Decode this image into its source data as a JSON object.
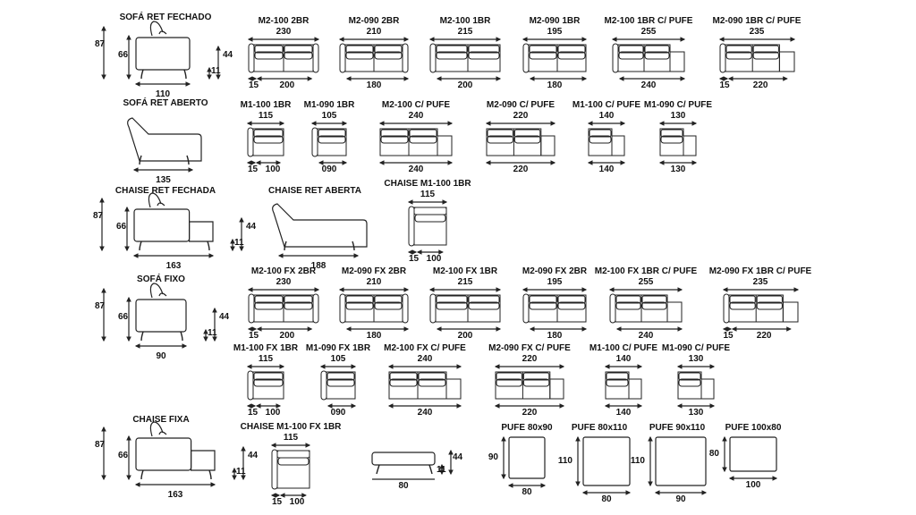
{
  "side_views": [
    {
      "title": "SOFÁ RET FECHADO",
      "height": "87",
      "seat_back": "66",
      "depth": "110",
      "leg": "11",
      "seat": "44"
    },
    {
      "title": "SOFÁ RET ABERTO",
      "depth": "135"
    },
    {
      "title": "CHAISE RET FECHADA",
      "height": "87",
      "seat_back": "66",
      "depth": "163",
      "leg": "11",
      "seat": "44"
    },
    {
      "title": "CHAISE RET ABERTA",
      "depth": "188"
    },
    {
      "title": "SOFÁ FIXO",
      "height": "87",
      "seat_back": "66",
      "depth": "90",
      "leg": "11",
      "seat": "44"
    },
    {
      "title": "CHAISE FIXA",
      "height": "87",
      "seat_back": "66",
      "depth": "163",
      "leg": "11",
      "seat": "44"
    }
  ],
  "modules": [
    {
      "label": "M2-100 2BR",
      "top": "230",
      "bottom": [
        "15",
        "200"
      ],
      "arms": "both",
      "seats": 2,
      "pufe": false
    },
    {
      "label": "M2-090 2BR",
      "top": "210",
      "bottom": [
        "180"
      ],
      "arms": "both",
      "seats": 2,
      "pufe": false
    },
    {
      "label": "M2-100 1BR",
      "top": "215",
      "bottom": [
        "200"
      ],
      "arms": "left",
      "seats": 2,
      "pufe": false
    },
    {
      "label": "M2-090 1BR",
      "top": "195",
      "bottom": [
        "180"
      ],
      "arms": "left",
      "seats": 2,
      "pufe": false
    },
    {
      "label": "M2-100 1BR C/ PUFE",
      "top": "255",
      "bottom": [
        "240"
      ],
      "arms": "left",
      "seats": 2,
      "pufe": true
    },
    {
      "label": "M2-090 1BR C/ PUFE",
      "top": "235",
      "bottom": [
        "15",
        "220"
      ],
      "arms": "left",
      "seats": 2,
      "pufe": true
    },
    {
      "label": "M1-100 1BR",
      "top": "115",
      "bottom": [
        "15",
        "100"
      ],
      "arms": "left",
      "seats": 1,
      "pufe": false
    },
    {
      "label": "M1-090 1BR",
      "top": "105",
      "bottom": [
        "090"
      ],
      "arms": "left",
      "seats": 1,
      "pufe": false
    },
    {
      "label": "M2-100 C/ PUFE",
      "top": "240",
      "bottom": [
        "240"
      ],
      "arms": "none",
      "seats": 2,
      "pufe": true
    },
    {
      "label": "M2-090 C/ PUFE",
      "top": "220",
      "bottom": [
        "220"
      ],
      "arms": "none",
      "seats": 2,
      "pufe": true
    },
    {
      "label": "M1-100 C/ PUFE",
      "top": "140",
      "bottom": [
        "140"
      ],
      "arms": "none",
      "seats": 1,
      "pufe": true
    },
    {
      "label": "M1-090 C/ PUFE",
      "top": "130",
      "bottom": [
        "130"
      ],
      "arms": "none",
      "seats": 1,
      "pufe": true
    },
    {
      "label": "CHAISE M1-100 1BR",
      "top": "115",
      "bottom": [
        "15",
        "100"
      ],
      "arms": "left",
      "seats": 1,
      "pufe": false,
      "chaise": true
    },
    {
      "label": "M2-100 FX 2BR",
      "top": "230",
      "bottom": [
        "15",
        "200"
      ],
      "arms": "both",
      "seats": 2,
      "pufe": false
    },
    {
      "label": "M2-090 FX 2BR",
      "top": "210",
      "bottom": [
        "180"
      ],
      "arms": "both",
      "seats": 2,
      "pufe": false
    },
    {
      "label": "M2-100 FX 1BR",
      "top": "215",
      "bottom": [
        "200"
      ],
      "arms": "left",
      "seats": 2,
      "pufe": false
    },
    {
      "label": "M2-090 FX 2BR",
      "top": "195",
      "bottom": [
        "180"
      ],
      "arms": "left",
      "seats": 2,
      "pufe": false
    },
    {
      "label": "M2-100 FX 1BR C/ PUFE",
      "top": "255",
      "bottom": [
        "240"
      ],
      "arms": "left",
      "seats": 2,
      "pufe": true
    },
    {
      "label": "M2-090 FX 1BR C/ PUFE",
      "top": "235",
      "bottom": [
        "15",
        "220"
      ],
      "arms": "left",
      "seats": 2,
      "pufe": true
    },
    {
      "label": "M1-100 FX 1BR",
      "top": "115",
      "bottom": [
        "15",
        "100"
      ],
      "arms": "left",
      "seats": 1,
      "pufe": false
    },
    {
      "label": "M1-090 FX 1BR",
      "top": "105",
      "bottom": [
        "090"
      ],
      "arms": "left",
      "seats": 1,
      "pufe": false
    },
    {
      "label": "M2-100 FX C/ PUFE",
      "top": "240",
      "bottom": [
        "240"
      ],
      "arms": "none",
      "seats": 2,
      "pufe": true
    },
    {
      "label": "M2-090 FX C/ PUFE",
      "top": "220",
      "bottom": [
        "220"
      ],
      "arms": "none",
      "seats": 2,
      "pufe": true
    },
    {
      "label": "M1-100 C/ PUFE",
      "top": "140",
      "bottom": [
        "140"
      ],
      "arms": "none",
      "seats": 1,
      "pufe": true
    },
    {
      "label": "M1-090 C/ PUFE",
      "top": "130",
      "bottom": [
        "130"
      ],
      "arms": "none",
      "seats": 1,
      "pufe": true
    },
    {
      "label": "CHAISE M1-100 FX 1BR",
      "top": "115",
      "bottom": [
        "15",
        "100"
      ],
      "arms": "left",
      "seats": 1,
      "pufe": false,
      "chaise": true
    }
  ],
  "pouf_side": {
    "width": "80",
    "leg": "11",
    "height": "44"
  },
  "pufes": [
    {
      "label": "PUFE 80x90",
      "side": "90",
      "bottom": "80"
    },
    {
      "label": "PUFE 80x110",
      "side": "110",
      "bottom": "80"
    },
    {
      "label": "PUFE 90x110",
      "side": "110",
      "bottom": "90"
    },
    {
      "label": "PUFE 100x80",
      "side": "80",
      "bottom": "100"
    }
  ]
}
